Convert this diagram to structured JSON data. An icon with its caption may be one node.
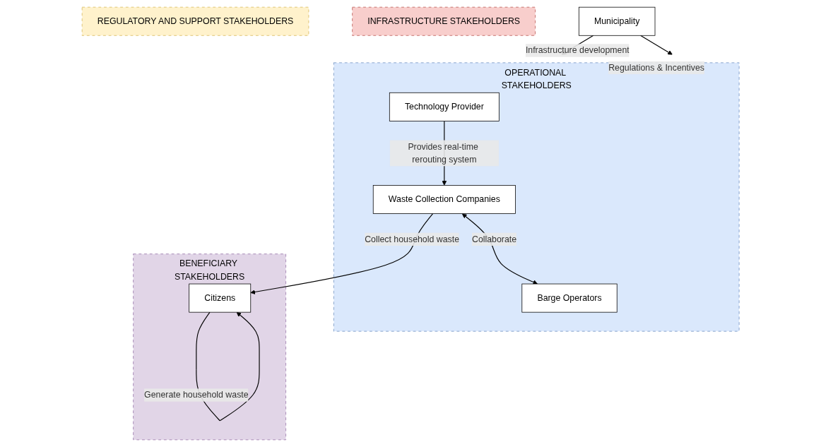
{
  "diagram": {
    "nodes": [
      {
        "text": [
          "OPERATIONAL STAKEHOLDERS"
        ]
      },
      {
        "text": [
          "Barge Operators"
        ],
        "in": 0
      },
      {
        "text": [
          "Waste Collection Companies"
        ],
        "in": 0
      },
      {
        "text": [
          "Technology Provider"
        ],
        "in": 0
      },
      {
        "text": [
          "REGULATORY AND SUPPORT STAKEHOLDERS"
        ]
      },
      {
        "text": [
          "INFRASTRUCTURE STAKEHOLDERS"
        ]
      },
      {
        "text": [
          "Municipality"
        ]
      },
      {
        "text": [
          "BENEFICIARY STAKEHOLDERS"
        ]
      },
      {
        "text": [
          "Citizens"
        ],
        "in": 7
      }
    ],
    "edges": [
      {
        "from": 6,
        "to": 0,
        "arrow": "to",
        "label": "Infrastructure development"
      },
      {
        "from": 2,
        "to": 1,
        "arrow": "both",
        "label": "Collaborate"
      },
      {
        "from": 3,
        "to": 2,
        "arrow": "to",
        "label": "Provides real-time rerouting system"
      },
      {
        "from": 6,
        "to": 0,
        "arrow": "to",
        "label": "Regulations & Incentives"
      },
      {
        "from": 8,
        "to": 8,
        "arrow": "to",
        "label": "Generate household waste"
      },
      {
        "from": 2,
        "to": 8,
        "arrow": "to",
        "label": "Collect household waste"
      }
    ]
  }
}
